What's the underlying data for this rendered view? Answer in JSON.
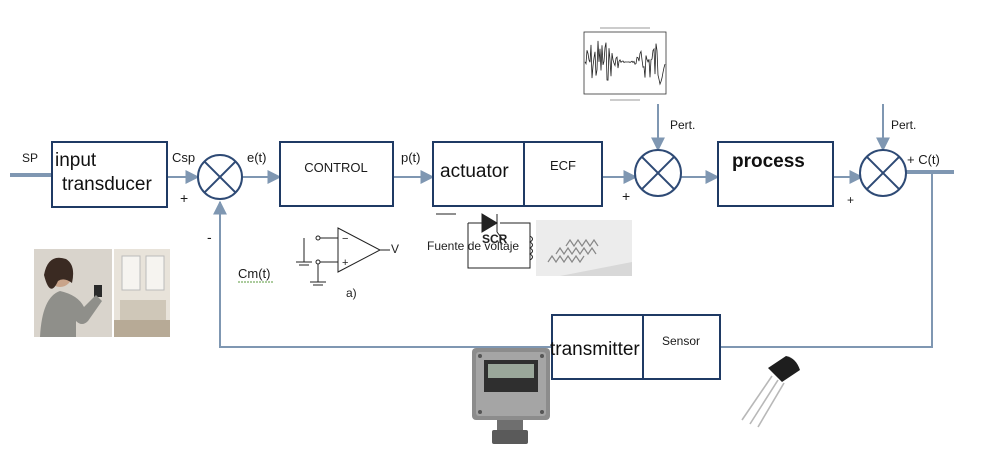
{
  "signals": {
    "sp": "SP",
    "csp": "Csp",
    "et": "e(t)",
    "pt": "p(t)",
    "ct": "+ C(t)",
    "cm": "Cm(t)",
    "pert1": "Pert.",
    "pert2": "Pert.",
    "plus1": "+",
    "minus1": "-",
    "plus2": "+",
    "plus3": "+"
  },
  "blocks": {
    "input_line1": "input",
    "input_line2": "transducer",
    "control": "CONTROL",
    "actuator": "actuator",
    "ecf": "ECF",
    "process": "process",
    "transmitter": "transmitter",
    "sensor": "Sensor"
  },
  "inset_labels": {
    "opamp_vo": "V",
    "opamp_a": "a)",
    "scr": "SCR",
    "fuente": "Fuente de voltaje"
  },
  "colors": {
    "signal_line": "#7f97b2",
    "block_border": "#1f3a64",
    "summer": "#2e4a75"
  }
}
